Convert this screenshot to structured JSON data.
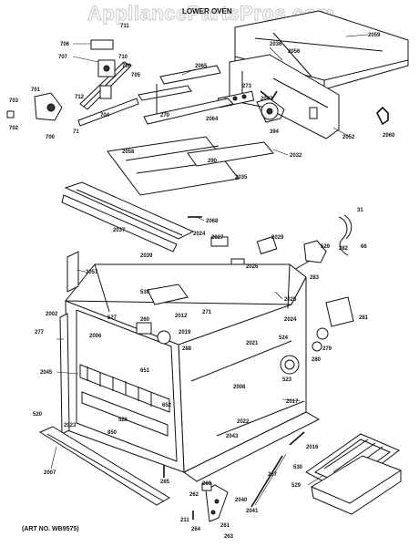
{
  "watermark": "AppliancePartsPros.com",
  "title": "LOWER OVEN",
  "art_number": "(ART NO. WB9575)",
  "part_labels": [
    {
      "id": "p706",
      "text": "706"
    },
    {
      "id": "p707",
      "text": "707"
    },
    {
      "id": "p710",
      "text": "710"
    },
    {
      "id": "p711",
      "text": "711"
    },
    {
      "id": "p700",
      "text": "700"
    },
    {
      "id": "p705",
      "text": "705"
    },
    {
      "id": "p701",
      "text": "701"
    },
    {
      "id": "p703",
      "text": "703"
    },
    {
      "id": "p702",
      "text": "702"
    },
    {
      "id": "p700b",
      "text": "700"
    },
    {
      "id": "p712",
      "text": "712"
    },
    {
      "id": "p704",
      "text": "704"
    },
    {
      "id": "p71",
      "text": "71"
    },
    {
      "id": "p2065",
      "text": "2065"
    },
    {
      "id": "p270",
      "text": "270"
    },
    {
      "id": "p2064",
      "text": "2064"
    },
    {
      "id": "p273",
      "text": "273"
    },
    {
      "id": "p2047",
      "text": "2047"
    },
    {
      "id": "p2036",
      "text": "2036"
    },
    {
      "id": "p2056",
      "text": "2056"
    },
    {
      "id": "p2059",
      "text": "2059"
    },
    {
      "id": "p394",
      "text": "394"
    },
    {
      "id": "p2052",
      "text": "2052"
    },
    {
      "id": "p2060",
      "text": "2060"
    },
    {
      "id": "p2058",
      "text": "2058"
    },
    {
      "id": "p290",
      "text": "290"
    },
    {
      "id": "p2032",
      "text": "2032"
    },
    {
      "id": "p2035",
      "text": "2035"
    },
    {
      "id": "p2068",
      "text": "2068"
    },
    {
      "id": "p2037",
      "text": "2037"
    },
    {
      "id": "p2024",
      "text": "2024"
    },
    {
      "id": "p2027",
      "text": "2027"
    },
    {
      "id": "p2029",
      "text": "2029"
    },
    {
      "id": "p529t",
      "text": "529"
    },
    {
      "id": "p282",
      "text": "282"
    },
    {
      "id": "p31",
      "text": "31"
    },
    {
      "id": "p66",
      "text": "66"
    },
    {
      "id": "p2026",
      "text": "2026"
    },
    {
      "id": "p283",
      "text": "283"
    },
    {
      "id": "p2039",
      "text": "2039"
    },
    {
      "id": "p2057",
      "text": "2057"
    },
    {
      "id": "p530",
      "text": "530"
    },
    {
      "id": "p2025",
      "text": "2025"
    },
    {
      "id": "p2002",
      "text": "2002"
    },
    {
      "id": "p527",
      "text": "527"
    },
    {
      "id": "p260",
      "text": "260"
    },
    {
      "id": "p2012",
      "text": "2012"
    },
    {
      "id": "p271",
      "text": "271"
    },
    {
      "id": "p2024b",
      "text": "2024"
    },
    {
      "id": "p281",
      "text": "281"
    },
    {
      "id": "p277",
      "text": "277"
    },
    {
      "id": "p2006",
      "text": "2006"
    },
    {
      "id": "p2019",
      "text": "2019"
    },
    {
      "id": "p2021",
      "text": "2021"
    },
    {
      "id": "p524",
      "text": "524"
    },
    {
      "id": "p279",
      "text": "279"
    },
    {
      "id": "p288",
      "text": "288"
    },
    {
      "id": "p280",
      "text": "280"
    },
    {
      "id": "p2045",
      "text": "2045"
    },
    {
      "id": "p651",
      "text": "651"
    },
    {
      "id": "p523",
      "text": "523"
    },
    {
      "id": "p652",
      "text": "652"
    },
    {
      "id": "p2008",
      "text": "2008"
    },
    {
      "id": "p2017",
      "text": "2017"
    },
    {
      "id": "p520",
      "text": "520"
    },
    {
      "id": "p526",
      "text": "526"
    },
    {
      "id": "p2023",
      "text": "2023"
    },
    {
      "id": "p850",
      "text": "850"
    },
    {
      "id": "p2022",
      "text": "2022"
    },
    {
      "id": "p2043",
      "text": "2043"
    },
    {
      "id": "p2016",
      "text": "2016"
    },
    {
      "id": "p2007",
      "text": "2007"
    },
    {
      "id": "p265",
      "text": "265"
    },
    {
      "id": "p267",
      "text": "267"
    },
    {
      "id": "p530b",
      "text": "530"
    },
    {
      "id": "p529b",
      "text": "529"
    },
    {
      "id": "p269",
      "text": "269"
    },
    {
      "id": "p262",
      "text": "262"
    },
    {
      "id": "p2040",
      "text": "2040"
    },
    {
      "id": "p2041",
      "text": "2041"
    },
    {
      "id": "p211",
      "text": "211"
    },
    {
      "id": "p264",
      "text": "264"
    },
    {
      "id": "p261",
      "text": "261"
    },
    {
      "id": "p263",
      "text": "263"
    }
  ]
}
